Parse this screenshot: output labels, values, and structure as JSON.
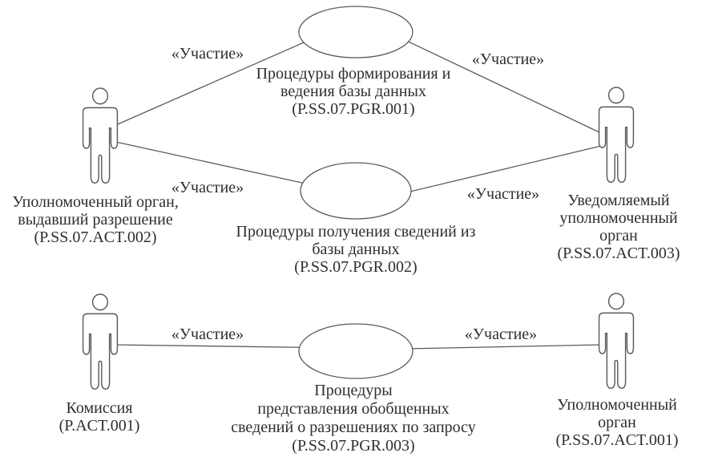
{
  "colors": {
    "background": "#ffffff",
    "stroke": "#5a5a5a",
    "text": "#2e2e2e"
  },
  "diagram": {
    "type": "uml-use-case-diagram",
    "participation_stereotype": "«Участие»",
    "use_cases": [
      {
        "code": "P.SS.07.PGR.001",
        "name": "Процедуры формирования и ведения базы данных",
        "label": "Процедуры формирования и\nведения базы данных\n(P.SS.07.PGR.001)"
      },
      {
        "code": "P.SS.07.PGR.002",
        "name": "Процедуры получения сведений из базы данных",
        "label": "Процедуры получения сведений из\nбазы данных\n(P.SS.07.PGR.002)"
      },
      {
        "code": "P.SS.07.PGR.003",
        "name": "Процедуры представления обобщенных сведений о разрешениях по запросу",
        "label": "Процедуры\nпредставления обобщенных\nсведений о разрешениях по запросу\n(P.SS.07.PGR.003)"
      }
    ],
    "actors": [
      {
        "code": "P.SS.07.ACT.002",
        "name": "Уполномоченный орган, выдавший разрешение",
        "label": "Уполномоченный орган,\nвыдавший разрешение\n(P.SS.07.ACT.002)"
      },
      {
        "code": "P.SS.07.ACT.003",
        "name": "Уведомляемый уполномоченный орган",
        "label": "Уведомляемый\nуполномоченный орган\n(P.SS.07.ACT.003)"
      },
      {
        "code": "P.ACT.001",
        "name": "Комиссия",
        "label": "Комиссия\n(P.ACT.001)"
      },
      {
        "code": "P.SS.07.ACT.001",
        "name": "Уполномоченный орган",
        "label": "Уполномоченный орган\n(P.SS.07.ACT.001)"
      }
    ],
    "edges": [
      {
        "from": "P.SS.07.ACT.002",
        "to": "P.SS.07.PGR.001",
        "label": "«Участие»"
      },
      {
        "from": "P.SS.07.PGR.001",
        "to": "P.SS.07.ACT.003",
        "label": "«Участие»"
      },
      {
        "from": "P.SS.07.ACT.002",
        "to": "P.SS.07.PGR.002",
        "label": "«Участие»"
      },
      {
        "from": "P.SS.07.PGR.002",
        "to": "P.SS.07.ACT.003",
        "label": "«Участие»"
      },
      {
        "from": "P.ACT.001",
        "to": "P.SS.07.PGR.003",
        "label": "«Участие»"
      },
      {
        "from": "P.SS.07.PGR.003",
        "to": "P.SS.07.ACT.001",
        "label": "«Участие»"
      }
    ]
  }
}
